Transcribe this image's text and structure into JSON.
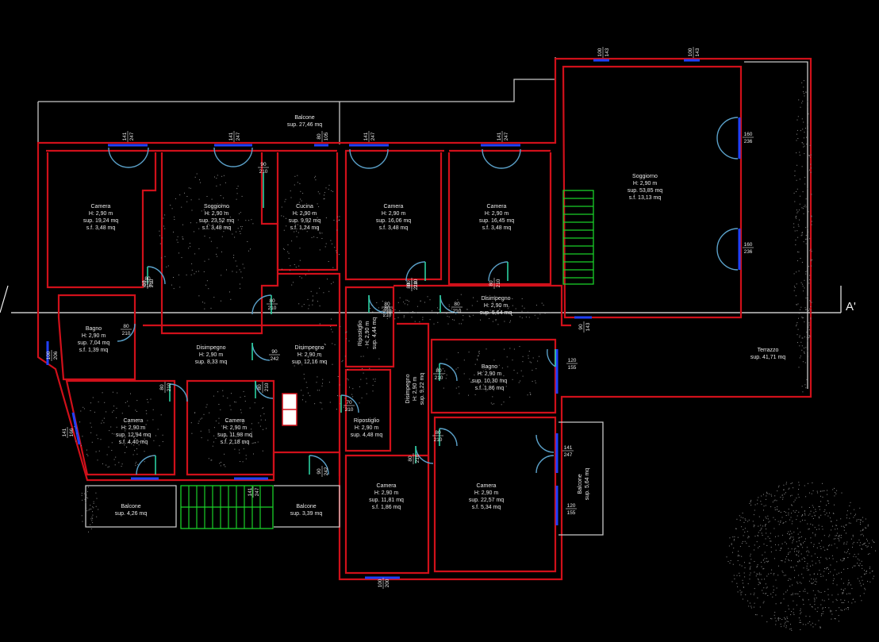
{
  "section_marker": "A'",
  "rooms": [
    {
      "id": "balcone-top",
      "lines": [
        "Balcone",
        "sup. 27,46 mq"
      ]
    },
    {
      "id": "camera-1",
      "lines": [
        "Camera",
        "H: 2,90 m",
        "sup. 19,24 mq",
        "s.f.  3,48 mq"
      ]
    },
    {
      "id": "soggiorno-1",
      "lines": [
        "Soggiorno",
        "H: 2,90 m",
        "sup. 23,52 mq",
        "s.f.  3,48 mq"
      ]
    },
    {
      "id": "cucina",
      "lines": [
        "Cucina",
        "H: 2,90 m",
        "sup. 9,92 mq",
        "s.f.  1,24 mq"
      ]
    },
    {
      "id": "camera-2",
      "lines": [
        "Camera",
        "H: 2,90 m",
        "sup. 16,06 mq",
        "s.f.  3,48 mq"
      ]
    },
    {
      "id": "camera-3",
      "lines": [
        "Camera",
        "H: 2,90 m",
        "sup. 16,45 mq",
        "s.f.  3,48 mq"
      ]
    },
    {
      "id": "soggiorno-2",
      "lines": [
        "Soggiorno",
        "H: 2,90 m",
        "sup. 53,85 mq",
        "s.f.  13,13 mq"
      ]
    },
    {
      "id": "bagno-1",
      "lines": [
        "Bagno",
        "H: 2,90 m",
        "sup. 7,04 mq",
        "s.f.  1,39 mq"
      ]
    },
    {
      "id": "disimpegno-1",
      "lines": [
        "Disimpegno",
        "H: 2,90 m",
        "sup. 8,33 mq"
      ]
    },
    {
      "id": "disimpegno-2",
      "lines": [
        "Disimpegno",
        "H: 2,90 m",
        "sup. 12,16 mq"
      ]
    },
    {
      "id": "disimpegno-3",
      "lines": [
        "Disimpegno",
        "H: 2,90 m",
        "sup. 5,64 mq"
      ]
    },
    {
      "id": "terrazzo",
      "lines": [
        "Terrazzo",
        "sup. 41,71 mq"
      ]
    },
    {
      "id": "bagno-2",
      "lines": [
        "Bagno",
        "H: 2,90 m",
        "sup. 10,30 mq",
        "s.f.  1,86 mq"
      ]
    },
    {
      "id": "camera-4",
      "lines": [
        "Camera",
        "H: 2,90 m",
        "sup. 12,94 mq",
        "s.f.  4,40 mq"
      ]
    },
    {
      "id": "camera-5",
      "lines": [
        "Camera",
        "H: 2,90 m",
        "sup. 11,98 mq",
        "s.f.  2,18 mq"
      ]
    },
    {
      "id": "ripostiglio-2",
      "lines": [
        "Ripostiglio",
        "H: 2,90 m",
        "sup. 4,48 mq"
      ]
    },
    {
      "id": "camera-6",
      "lines": [
        "Camera",
        "H: 2,90 m",
        "sup. 11,81 mq",
        "s.f.  1,86 mq"
      ]
    },
    {
      "id": "camera-7",
      "lines": [
        "Camera",
        "H: 2,90 m",
        "sup. 22,57 mq",
        "s.f.  5,34 mq"
      ]
    },
    {
      "id": "balcone-left",
      "lines": [
        "Balcone",
        "sup. 4,26 mq"
      ]
    },
    {
      "id": "balcone-mid",
      "lines": [
        "Balcone",
        "sup. 3,39 mq"
      ]
    }
  ],
  "rotated_rooms": [
    {
      "id": "ripostiglio-1",
      "lines": [
        "Ripostiglio",
        "H: 2,90 m",
        "sup. 4,44 mq"
      ]
    },
    {
      "id": "disimpegno-4",
      "lines": [
        "Disimpegno",
        "H: 2,90 m",
        "sup. 9,22 mq"
      ]
    },
    {
      "id": "balcone-right",
      "lines": [
        "Balcone",
        "sup. 5,64 mq"
      ]
    }
  ],
  "dimensions": [
    {
      "id": "d1",
      "w": "141",
      "h": "247"
    },
    {
      "id": "d2",
      "w": "141",
      "h": "247"
    },
    {
      "id": "d3",
      "w": "80",
      "h": "105"
    },
    {
      "id": "d4",
      "w": "141",
      "h": "247"
    },
    {
      "id": "d5",
      "w": "141",
      "h": "247"
    },
    {
      "id": "d6",
      "w": "100",
      "h": "143"
    },
    {
      "id": "d7",
      "w": "100",
      "h": "143"
    },
    {
      "id": "d8",
      "w": "90",
      "h": "210"
    },
    {
      "id": "d9",
      "w": "160",
      "h": "236"
    },
    {
      "id": "d10",
      "w": "160",
      "h": "236"
    },
    {
      "id": "d11",
      "w": "80",
      "h": "210"
    },
    {
      "id": "d12",
      "w": "80",
      "h": "210"
    },
    {
      "id": "d13",
      "w": "80",
      "h": "210"
    },
    {
      "id": "d14",
      "w": "80",
      "h": "210"
    },
    {
      "id": "d15",
      "w": "80",
      "h": "210"
    },
    {
      "id": "d16",
      "w": "80",
      "h": "210"
    },
    {
      "id": "d17",
      "w": "90",
      "h": "242"
    },
    {
      "id": "d18",
      "w": "90",
      "h": "143"
    },
    {
      "id": "d19",
      "w": "120",
      "h": "155"
    },
    {
      "id": "d20",
      "w": "80",
      "h": "210"
    },
    {
      "id": "d21",
      "w": "70",
      "h": "210"
    },
    {
      "id": "d22",
      "w": "80",
      "h": "210"
    },
    {
      "id": "d23",
      "w": "141",
      "h": "247"
    },
    {
      "id": "d24",
      "w": "120",
      "h": "155"
    },
    {
      "id": "d25",
      "w": "80",
      "h": "210"
    },
    {
      "id": "d26",
      "w": "80",
      "h": "210"
    },
    {
      "id": "d27",
      "w": "90",
      "h": "242"
    },
    {
      "id": "d28",
      "w": "141",
      "h": "166"
    },
    {
      "id": "d29",
      "w": "80",
      "h": "210"
    },
    {
      "id": "d30",
      "w": "80",
      "h": "210"
    },
    {
      "id": "d31",
      "w": "80",
      "h": "210"
    },
    {
      "id": "d32",
      "w": "80",
      "h": "210"
    },
    {
      "id": "d33",
      "w": "80",
      "h": "210"
    },
    {
      "id": "d34",
      "w": "100",
      "h": "206"
    },
    {
      "id": "d35",
      "w": "141",
      "h": "247"
    },
    {
      "id": "d36",
      "w": "100",
      "h": "200"
    }
  ],
  "colors": {
    "background": "#000000",
    "walls": "#d0101a",
    "windows": "#2040ff",
    "door_leaves": "#2bd0a0",
    "stairs": "#19d028",
    "labels": "#e8e8e8"
  }
}
